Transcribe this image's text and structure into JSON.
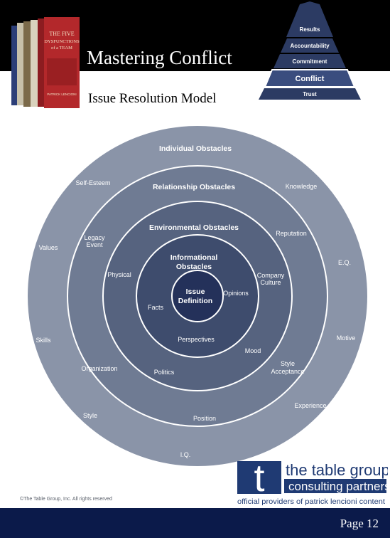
{
  "header": {
    "title": "Mastering Conflict",
    "subtitle": "Issue Resolution Model",
    "book_cover_text": [
      "THE FIVE",
      "DYSFUNCTIONS",
      "of a TEAM",
      "PATRICK LENCIONI"
    ]
  },
  "pyramid": {
    "levels": [
      "Results",
      "Accountability",
      "Commitment",
      "Conflict",
      "Trust"
    ],
    "highlighted": "Conflict"
  },
  "diagram": {
    "rings": [
      {
        "title": "Individual Obstacles",
        "labels": [
          "Self-Esteem",
          "Knowledge",
          "Values",
          "E.Q.",
          "Skills",
          "Motive",
          "Style",
          "Experience",
          "I.Q."
        ]
      },
      {
        "title": "Relationship Obstacles",
        "labels": [
          "Legacy Event",
          "Reputation",
          "Organization",
          "Style Acceptance",
          "Position"
        ]
      },
      {
        "title": "Environmental Obstacles",
        "labels": [
          "Physical",
          "Company Culture",
          "Politics",
          "Mood"
        ]
      },
      {
        "title": "Informational Obstacles",
        "labels": [
          "Facts",
          "Opinions",
          "Perspectives"
        ]
      },
      {
        "title": "Issue Definition",
        "labels": []
      }
    ],
    "colors": {
      "ring1": "#8a94a8",
      "ring2": "#6f7b93",
      "ring3": "#56637f",
      "ring4": "#3e4c6d",
      "center": "#24315a",
      "border": "#ffffff"
    }
  },
  "logo": {
    "letter": "t",
    "line1": "the table group",
    "line2": "consulting partners",
    "tagline": "official providers of patrick lencioni content"
  },
  "footer": {
    "copyright": "©The Table Group, Inc. All rights reserved",
    "page": "Page 12"
  }
}
